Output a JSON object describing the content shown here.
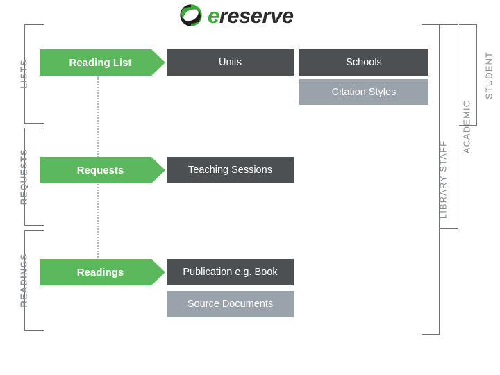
{
  "logo": {
    "mark": "ereserve-swirl-icon",
    "text_accent": "e",
    "text_rest": "reserve",
    "accent_color": "#3aa935",
    "text_color": "#2b2b2b"
  },
  "colors": {
    "green": "#5cb85c",
    "dark_gray": "#4d5052",
    "light_gray": "#9aa3ab",
    "bracket": "#6f7275",
    "label_gray": "#8a8f94",
    "dotted": "#b9bcbf"
  },
  "sections": [
    {
      "id": "lists",
      "label": "LISTS",
      "primary": "Reading List",
      "boxes": [
        {
          "label": "Units",
          "tone": "dark"
        },
        {
          "label": "Schools",
          "tone": "dark"
        },
        {
          "label": "Citation Styles",
          "tone": "light"
        }
      ]
    },
    {
      "id": "requests",
      "label": "REQUESTS",
      "primary": "Requests",
      "boxes": [
        {
          "label": "Teaching Sessions",
          "tone": "dark"
        }
      ]
    },
    {
      "id": "readings",
      "label": "READINGS",
      "primary": "Readings",
      "boxes": [
        {
          "label": "Publication e.g. Book",
          "tone": "dark"
        },
        {
          "label": "Source Documents",
          "tone": "light"
        }
      ]
    }
  ],
  "roles": [
    {
      "id": "student",
      "label": "STUDENT"
    },
    {
      "id": "academic",
      "label": "ACADEMIC"
    },
    {
      "id": "library-staff",
      "label": "LIBRARY STAFF"
    }
  ]
}
